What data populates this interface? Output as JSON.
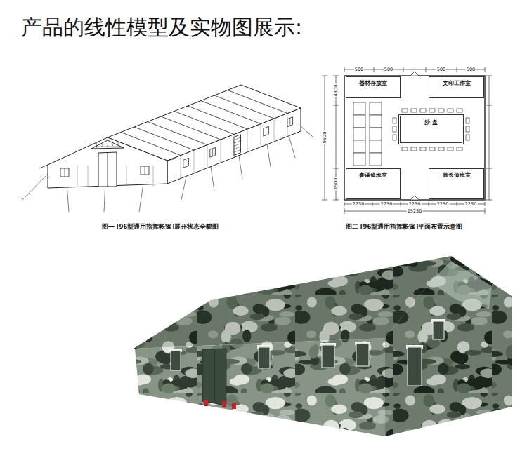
{
  "diagram": {
    "title": "产品的线性模型及实物图展示:",
    "nodes": [
      {
        "text": [
          "器材存放室"
        ]
      },
      {
        "text": [
          "文印工作室"
        ]
      },
      {
        "text": [
          "沙 盘"
        ]
      },
      {
        "text": [
          "参谋值班室"
        ]
      },
      {
        "text": [
          "首长值班室"
        ]
      }
    ],
    "labels": [
      "图一 [96型通用指挥帐篷]展开状态全貌图",
      "图二 [96型通用指挥帐篷]平面布置示意图",
      "500",
      "500",
      "500",
      "500",
      "2250",
      "2250",
      "2250",
      "2250",
      "2250",
      "15250",
      "9600",
      "4800",
      "1500"
    ]
  }
}
